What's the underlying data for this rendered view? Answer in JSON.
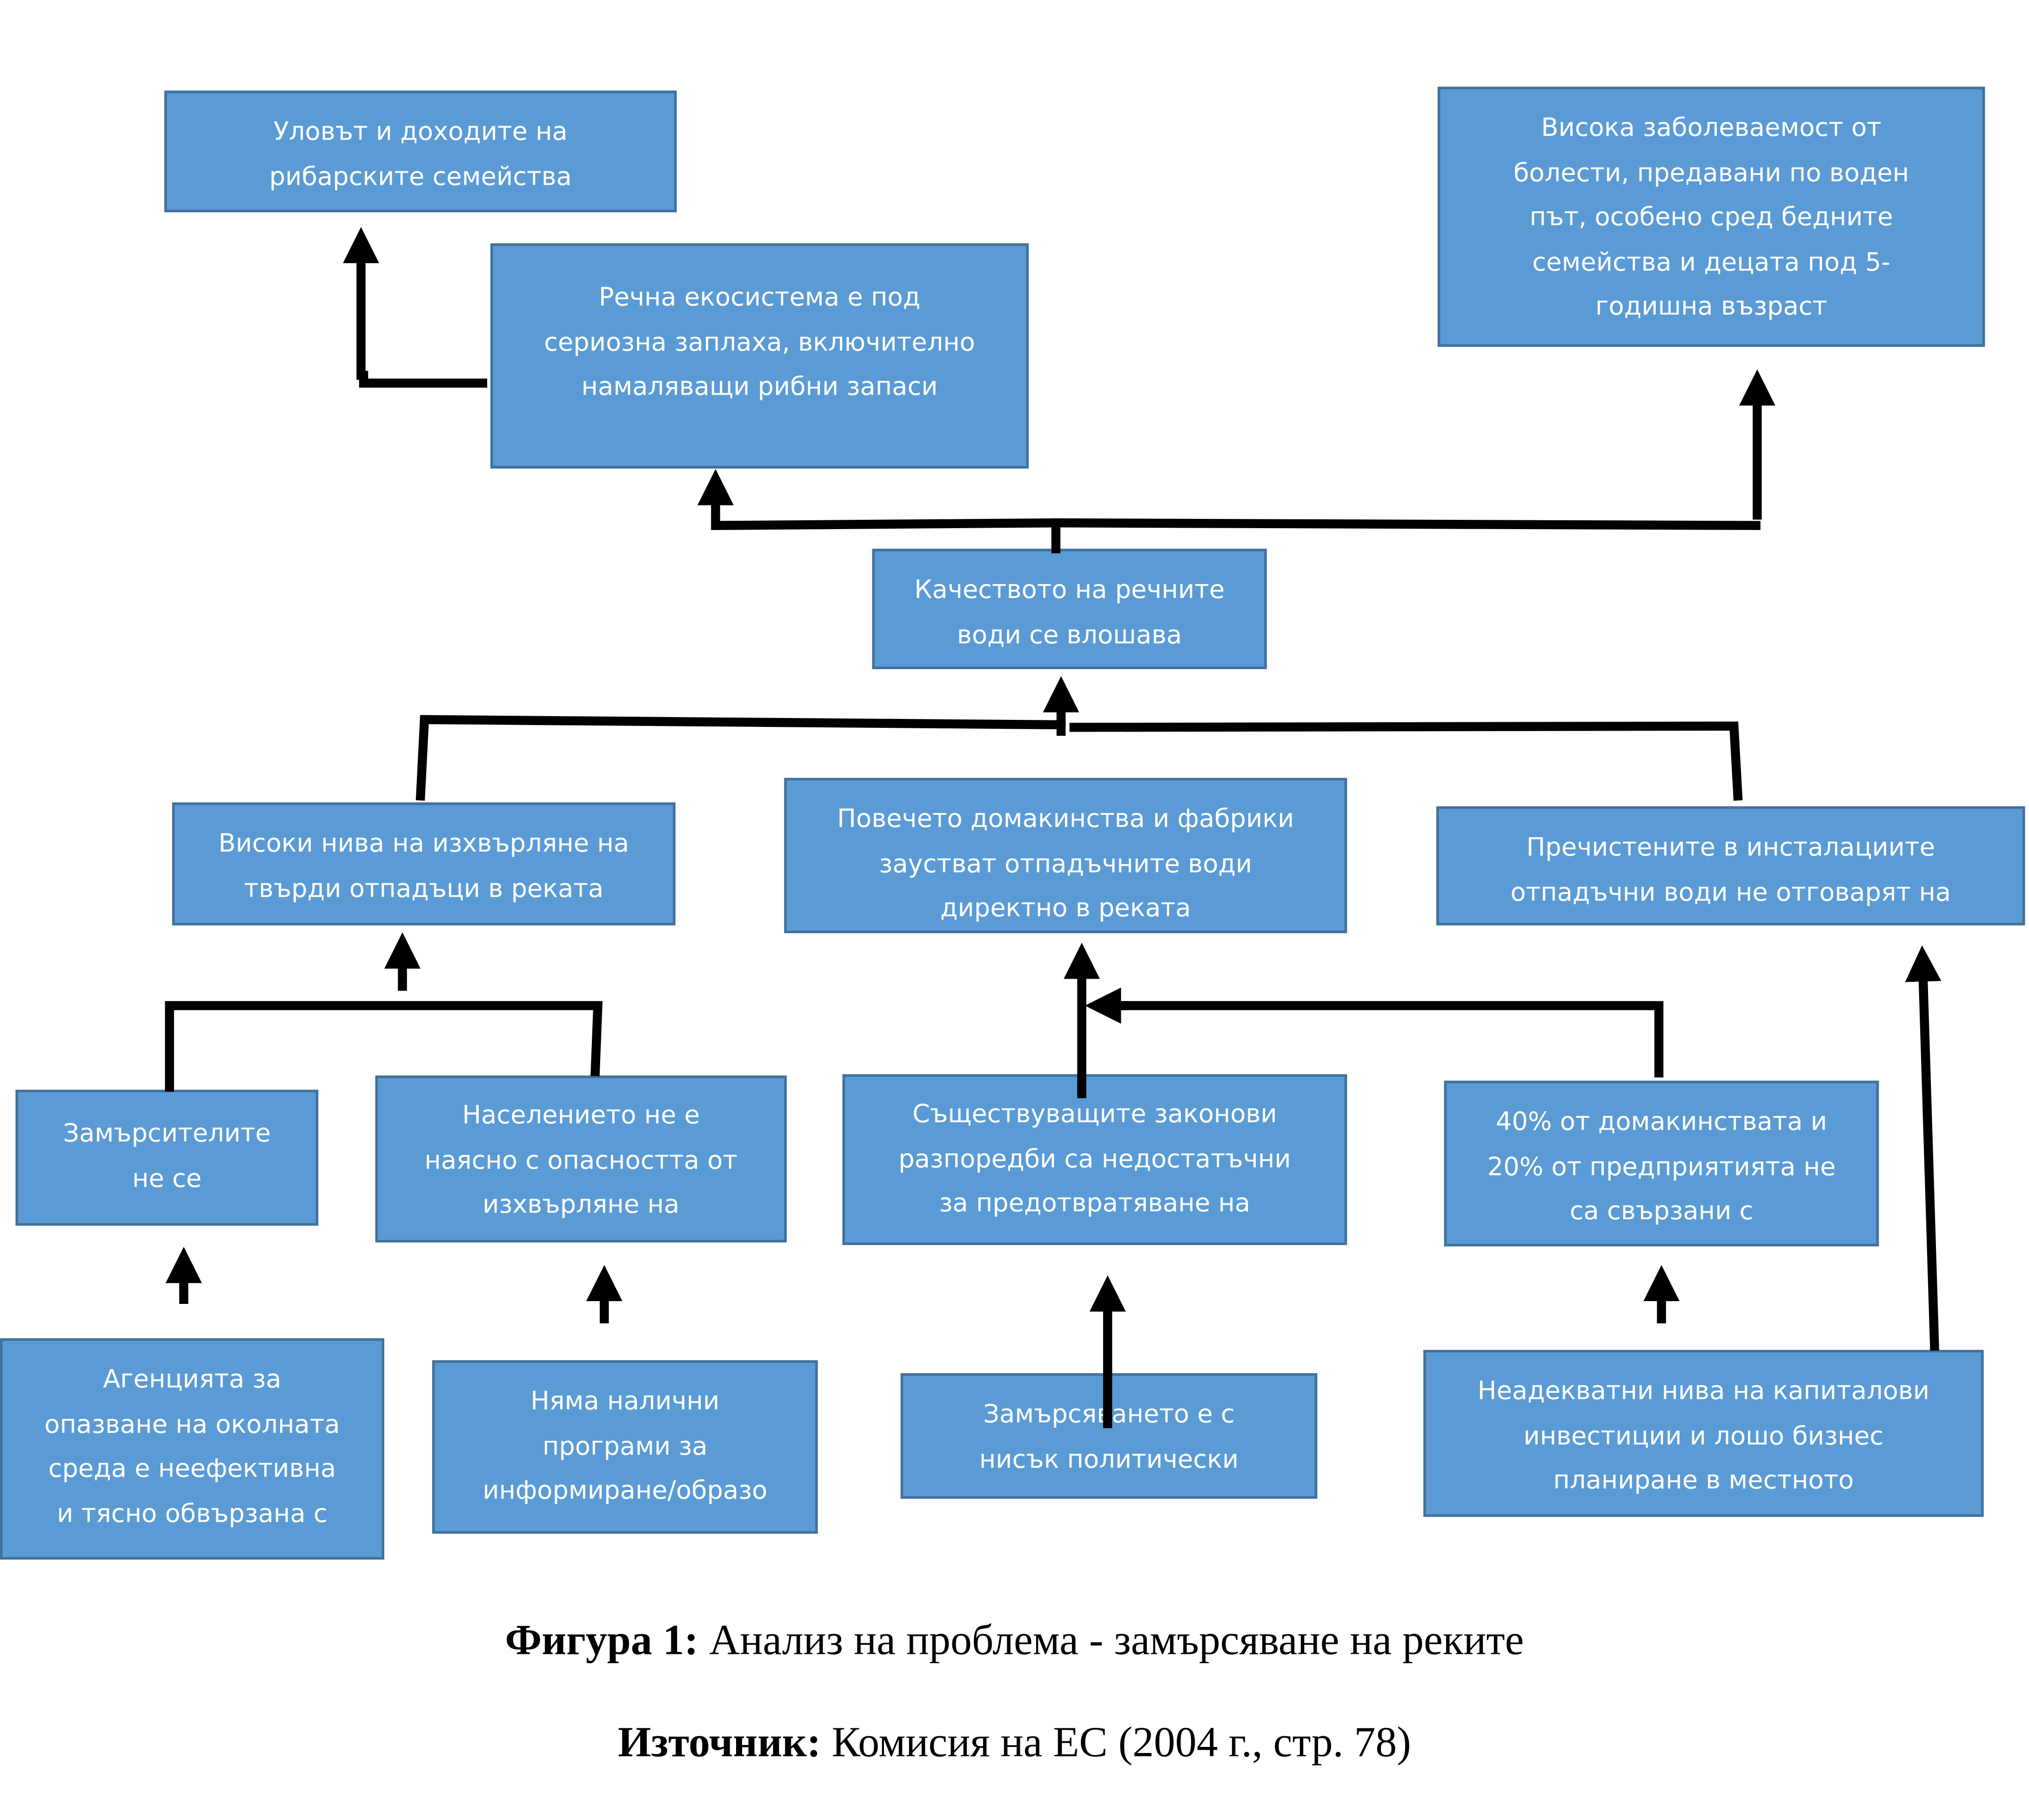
{
  "boxes": {
    "fishing_income": "Уловът и доходите на\nрибарските семейства",
    "river_ecosystem": "Речна екосистема е под\nсериозна заплаха, включително\nнамаляващи рибни запаси",
    "disease": "Висока заболеваемост от\nболести, предавани по воден\nпът, особено сред бедните\nсемейства и децата под 5-\nгодишна възраст",
    "water_quality": "Качеството на речните\nводи се влошава",
    "solid_waste": "Високи нива на изхвърляне на\nтвърди отпадъци в реката",
    "households_factories": "Повечето домакинства и фабрики\nзаустват отпадъчните води\nдиректно в реката",
    "treated_wastewater": "Пречистените в инсталациите\nотпадъчни води не отговарят на",
    "polluters": "Замърсителите\nне се",
    "population": "Населението не е\nнаясно с опасността от\nизхвърляне на",
    "legal": "Съществуващите законови\nразпоредби са недостатъчни\nза предотвратяване на",
    "percent": "40% от домакинствата и\n20% от предприятията не\nса свързани с",
    "agency": "Агенцията за\nопазване на околната\nсреда е неефективна\nи тясно обвързана с",
    "programs": "Няма налични\nпрограми за\nинформиране/образо",
    "political": "Замърсяването е с\nнисък политически",
    "investment": "Неадекватни нива на капиталови\nинвестиции и лошо бизнес\nпланиране в местното"
  },
  "caption": {
    "figure_label": "Фигура 1:",
    "figure_text": " Анализ на проблема - замърсяване на реките",
    "source_label": "Източник:",
    "source_text": " Комисия на ЕС (2004 г., стр. 78)"
  }
}
